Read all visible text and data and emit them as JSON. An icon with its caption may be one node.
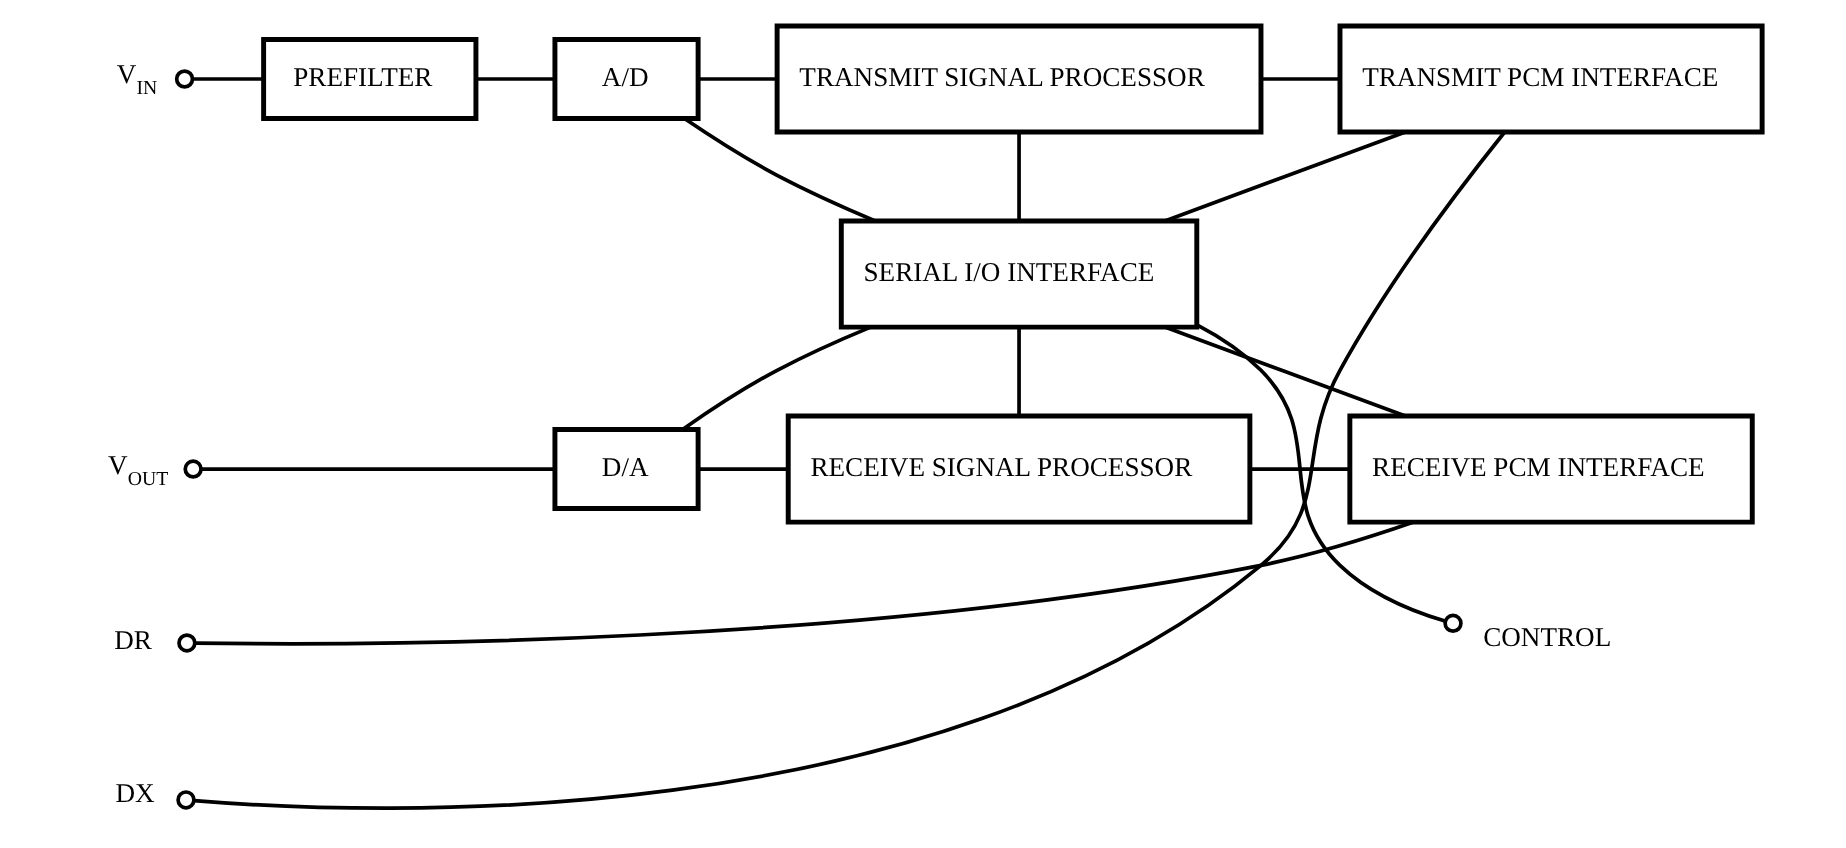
{
  "diagram": {
    "nodes": [
      {
        "text": [
          "V$_{IN}$"
        ]
      },
      {
        "text": [
          "PREFILTER"
        ]
      },
      {
        "text": [
          "A/D"
        ]
      },
      {
        "text": [
          "TRANSMIT SIGNAL PROCESSOR"
        ]
      },
      {
        "text": [
          "TRANSMIT PCM INTERFACE"
        ]
      },
      {
        "text": [
          "DX"
        ]
      },
      {
        "text": [
          "SERIAL I/O INTERFACE"
        ]
      },
      {
        "text": [
          "CONTROL"
        ]
      },
      {
        "text": [
          "V$_{OUT}$"
        ]
      },
      {
        "text": [
          "D/A"
        ]
      },
      {
        "text": [
          "RECEIVE SIGNAL PROCESSOR"
        ]
      },
      {
        "text": [
          "RECEIVE PCM INTERFACE"
        ]
      },
      {
        "text": [
          "DR"
        ]
      }
    ],
    "edges": [
      {
        "from": 0,
        "to": 1,
        "arrow": "other"
      },
      {
        "from": 1,
        "to": 2,
        "arrow": "none"
      },
      {
        "from": 2,
        "to": 3,
        "arrow": "none"
      },
      {
        "from": 3,
        "to": 4,
        "arrow": "none"
      },
      {
        "from": 5,
        "to": 4,
        "arrow": "other"
      },
      {
        "from": 2,
        "to": 6,
        "arrow": "none"
      },
      {
        "from": 3,
        "to": 6,
        "arrow": "none"
      },
      {
        "from": 4,
        "to": 6,
        "arrow": "none"
      },
      {
        "from": 7,
        "to": 6,
        "arrow": "other"
      },
      {
        "from": 6,
        "to": 9,
        "arrow": "none"
      },
      {
        "from": 6,
        "to": 10,
        "arrow": "none"
      },
      {
        "from": 6,
        "to": 11,
        "arrow": "none"
      },
      {
        "from": 8,
        "to": 9,
        "arrow": "other"
      },
      {
        "from": 9,
        "to": 10,
        "arrow": "none"
      },
      {
        "from": 10,
        "to": 11,
        "arrow": "none"
      },
      {
        "from": 12,
        "to": 11,
        "arrow": "other"
      }
    ]
  }
}
